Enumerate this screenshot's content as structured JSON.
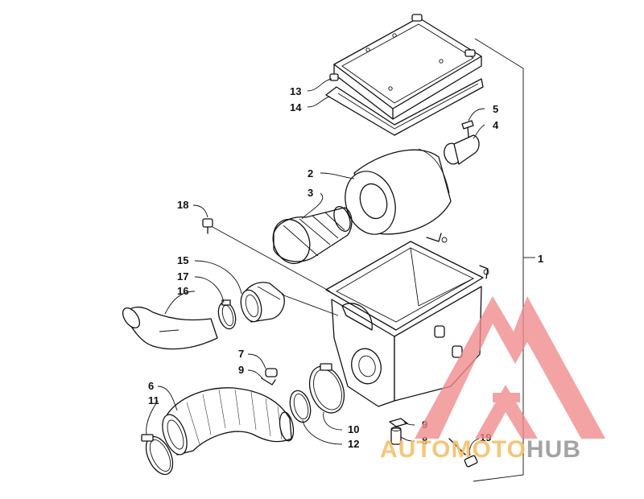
{
  "diagram": {
    "callouts": {
      "c1": "1",
      "c2": "2",
      "c3": "3",
      "c4": "4",
      "c5": "5",
      "c6": "6",
      "c7": "7",
      "c8": "8",
      "c9a": "9",
      "c9b": "9",
      "c10": "10",
      "c11": "11",
      "c12": "12",
      "c13": "13",
      "c14": "14",
      "c15": "15",
      "c16": "16",
      "c17": "17",
      "c18": "18",
      "c19": "19"
    }
  },
  "watermark": {
    "part1": "AUTOMOTO",
    "part2": "HUB",
    "color_red": "#f08a8a",
    "color_yellow": "#f5c06a",
    "color_gray": "#9a9a9a"
  }
}
